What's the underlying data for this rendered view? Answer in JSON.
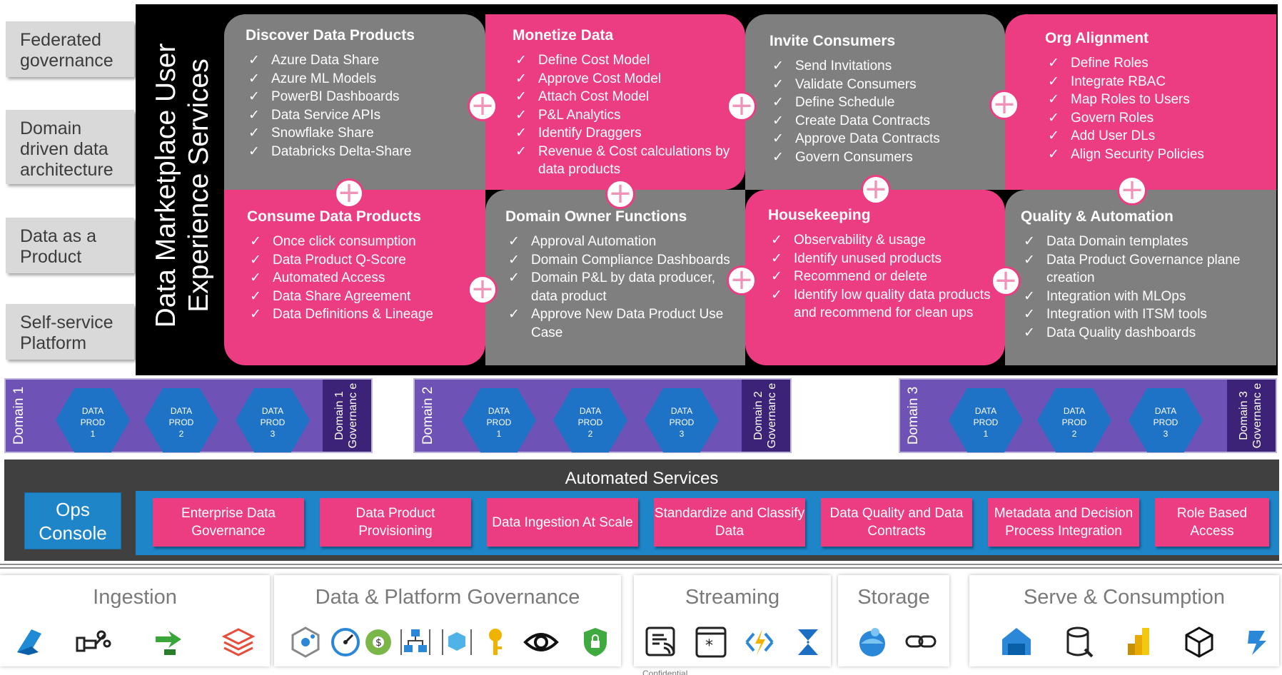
{
  "pillars": [
    "Federated governance",
    "Domain driven data architecture",
    "Data as a Product",
    "Self-service Platform"
  ],
  "title_line1": "Data Marketplace User",
  "title_line2": "Experience Services",
  "tiles": [
    {
      "title": "Discover Data Products",
      "color": "#7f7f7f",
      "items": [
        "Azure Data Share",
        "Azure ML Models",
        "PowerBI Dashboards",
        "Data Service APIs",
        "Snowflake Share",
        "Databricks Delta-Share"
      ]
    },
    {
      "title": "Monetize Data",
      "color": "#ec3d83",
      "items": [
        "Define Cost Model",
        "Approve Cost Model",
        "Attach Cost Model",
        "P&L Analytics",
        "Identify Draggers",
        "Revenue & Cost calculations by data products"
      ]
    },
    {
      "title": "Invite Consumers",
      "color": "#7f7f7f",
      "items": [
        "Send Invitations",
        "Validate Consumers",
        "Define Schedule",
        "Create Data Contracts",
        "Approve Data Contracts",
        "Govern Consumers"
      ]
    },
    {
      "title": "Org Alignment",
      "color": "#ec3d83",
      "items": [
        "Define Roles",
        "Integrate RBAC",
        "Map Roles to Users",
        "Govern Roles",
        "Add User DLs",
        "Align Security Policies"
      ]
    },
    {
      "title": "Consume Data Products",
      "color": "#ec3d83",
      "items": [
        "Once click consumption",
        "Data Product Q-Score",
        "Automated Access",
        "Data Share Agreement",
        "Data Definitions & Lineage"
      ]
    },
    {
      "title": "Domain Owner Functions",
      "color": "#7f7f7f",
      "items": [
        "Approval Automation",
        "Domain Compliance Dashboards",
        "Domain P&L by data producer, data product",
        "Approve New Data Product Use Case"
      ]
    },
    {
      "title": "Housekeeping",
      "color": "#ec3d83",
      "items": [
        "Observability & usage",
        "Identify unused products",
        "Recommend or delete",
        "Identify low quality data products and recommend for clean ups"
      ]
    },
    {
      "title": "Quality & Automation",
      "color": "#7f7f7f",
      "items": [
        "Data Domain templates",
        "Data Product Governance plane creation",
        "Integration with MLOps",
        "Integration with ITSM tools",
        "Data Quality dashboards"
      ]
    }
  ],
  "check_glyph": "✓",
  "plus_glyph": "+",
  "domains": [
    {
      "label": "Domain 1",
      "governance": "Domain 1 Governanc e",
      "products": [
        "DATA PROD 1",
        "DATA PROD 2",
        "DATA PROD 3"
      ]
    },
    {
      "label": "Domain 2",
      "governance": "Domain 2 Governanc e",
      "products": [
        "DATA PROD 1",
        "DATA PROD 2",
        "DATA PROD 3"
      ]
    },
    {
      "label": "Domain 3",
      "governance": "Domain 3 Governanc e",
      "products": [
        "DATA PROD 1",
        "DATA PROD 2",
        "DATA PROD 3"
      ]
    }
  ],
  "automated": {
    "title": "Automated Services",
    "ops_console": "Ops Console",
    "services": [
      "Enterprise Data Governance",
      "Data Product Provisioning",
      "Data Ingestion At Scale",
      "Standardize and Classify Data",
      "Data Quality and Data Contracts",
      "Metadata and Decision Process Integration",
      "Role Based Access"
    ]
  },
  "tools": [
    {
      "title": "Ingestion",
      "icons": [
        "data-factory-icon",
        "pipeline-icon",
        "data-migration-icon",
        "databricks-icon"
      ]
    },
    {
      "title": "Data & Platform Governance",
      "icons": [
        "purview-icon",
        "monitor-icon",
        "cost-management-icon",
        "hierarchy-icon",
        "resource-group-icon",
        "key-vault-icon",
        "eye-icon",
        "security-shield-icon"
      ]
    },
    {
      "title": "Streaming",
      "icons": [
        "event-hub-icon",
        "stream-analytics-icon",
        "functions-icon",
        "event-grid-icon"
      ]
    },
    {
      "title": "Storage",
      "icons": [
        "data-lake-icon",
        "link-icon"
      ]
    },
    {
      "title": "Serve & Consumption",
      "icons": [
        "synapse-icon",
        "sql-database-icon",
        "power-bi-icon",
        "cube-icon",
        "power-automate-icon"
      ]
    }
  ],
  "colors": {
    "pink": "#ec3d83",
    "gray": "#7f7f7f",
    "purple": "#6f52b5",
    "dark_purple": "#3d2378",
    "blue": "#1f85c9"
  },
  "footer": {
    "center": "Confidential"
  }
}
